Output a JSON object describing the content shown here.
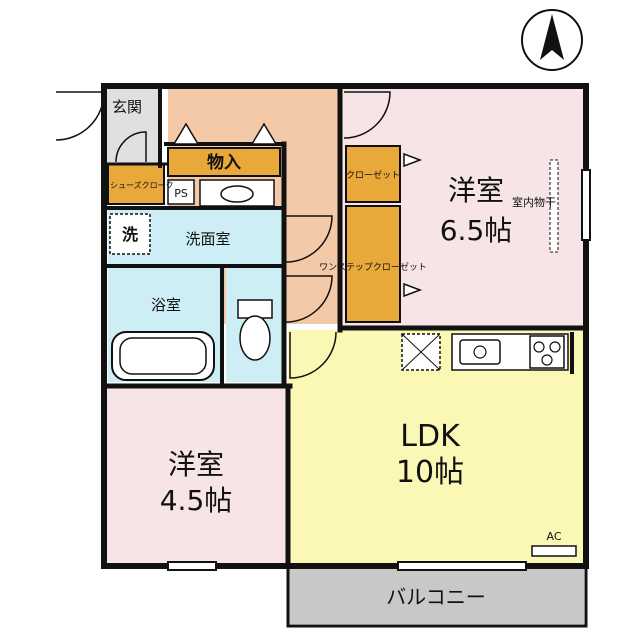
{
  "compass": {
    "symbol": "north-arrow"
  },
  "rooms": {
    "entrance": "玄関",
    "storage": "物入",
    "shoe_cloak": "シューズクローク",
    "ps": "PS",
    "washer": "洗",
    "washroom": "洗面室",
    "bathroom": "浴室",
    "western_room_1": {
      "name": "洋室",
      "size": "6.5帖"
    },
    "closet": "クローゼット",
    "one_step_closet": "ワンステップクローゼット",
    "indoor_drying": "室内物干",
    "ldk": {
      "name": "LDK",
      "size": "10帖"
    },
    "western_room_2": {
      "name": "洋室",
      "size": "4.5帖"
    },
    "ac": "AC",
    "balcony": "バルコニー"
  },
  "colors": {
    "wall": "#111111",
    "entrance_hall": "#f4c9a8",
    "western_room": "#f7e4e6",
    "wet_area": "#cdeef5",
    "ldk": "#fbf7b4",
    "storage": "#e8a83a",
    "balcony": "#c8c8c8"
  }
}
